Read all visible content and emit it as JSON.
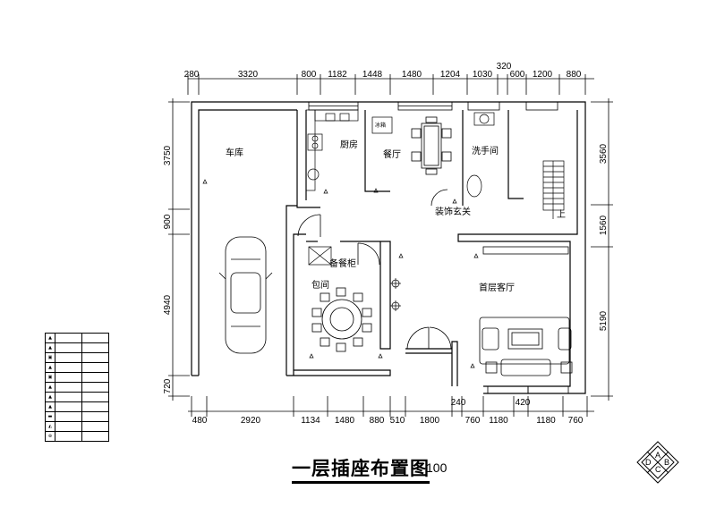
{
  "title": "一层插座布置图",
  "scale_text": "100",
  "dims_top": [
    "280",
    "3320",
    "800",
    "1182",
    "1448",
    "1480",
    "1204",
    "1030",
    "320",
    "600",
    "1200",
    "880"
  ],
  "dims_bottom": [
    "480",
    "2920",
    "1134",
    "1480",
    "880",
    "510",
    "1800",
    "240",
    "760",
    "1180",
    "420",
    "1180",
    "760"
  ],
  "dims_left": [
    "3750",
    "900",
    "4940",
    "720"
  ],
  "dims_right": [
    "3560",
    "1560",
    "5190"
  ],
  "rooms": {
    "garage": "车库",
    "kitchen": "厨房",
    "dining": "餐厅",
    "washroom": "洗手间",
    "foyer": "装饰玄关",
    "cabinet": "备餐柜",
    "private_room": "包间",
    "living": "首层客厅",
    "stair_up": "上",
    "fridge": "冰箱"
  },
  "legend_rows": [
    "",
    "",
    "",
    "",
    "",
    "",
    "",
    "",
    "",
    "",
    ""
  ],
  "compass": {
    "top": "A",
    "left": "D",
    "right": "B",
    "bottom": "C"
  }
}
